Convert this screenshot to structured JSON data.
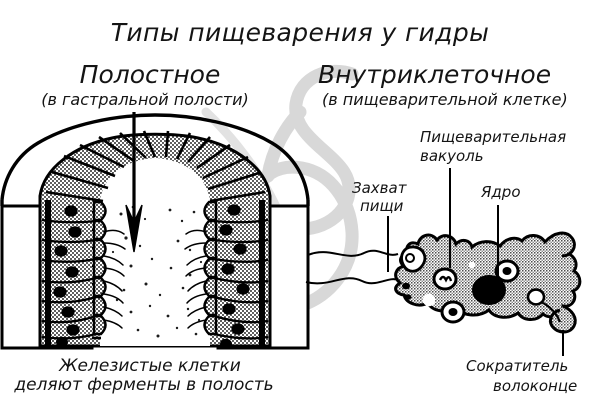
{
  "title": "Типы пищеварения у гидры",
  "sections": {
    "left": {
      "heading": "Полостное",
      "subheading": "(в гастральной полости)",
      "caption_line1": "Железистые клетки",
      "caption_line2": "деляют ферменты в полость"
    },
    "right": {
      "heading": "Внутриклеточное",
      "subheading": "(в пищеварительной клетке)"
    }
  },
  "labels": {
    "vacuole_line1": "Пищеварительная",
    "vacuole_line2": "вакуоль",
    "capture_line1": "Захват",
    "capture_line2": "пищи",
    "nucleus": "Ядро",
    "fiber_line1": "Сократитель",
    "fiber_line2": "волоконце"
  },
  "colors": {
    "ink": "#141414",
    "outline": "#000000",
    "cytoplasm_light": "#b9b9b9",
    "cytoplasm_mid": "#9a9a9a",
    "nucleus": "#000000",
    "watermark": "#d6d6d6",
    "background": "#ffffff"
  }
}
